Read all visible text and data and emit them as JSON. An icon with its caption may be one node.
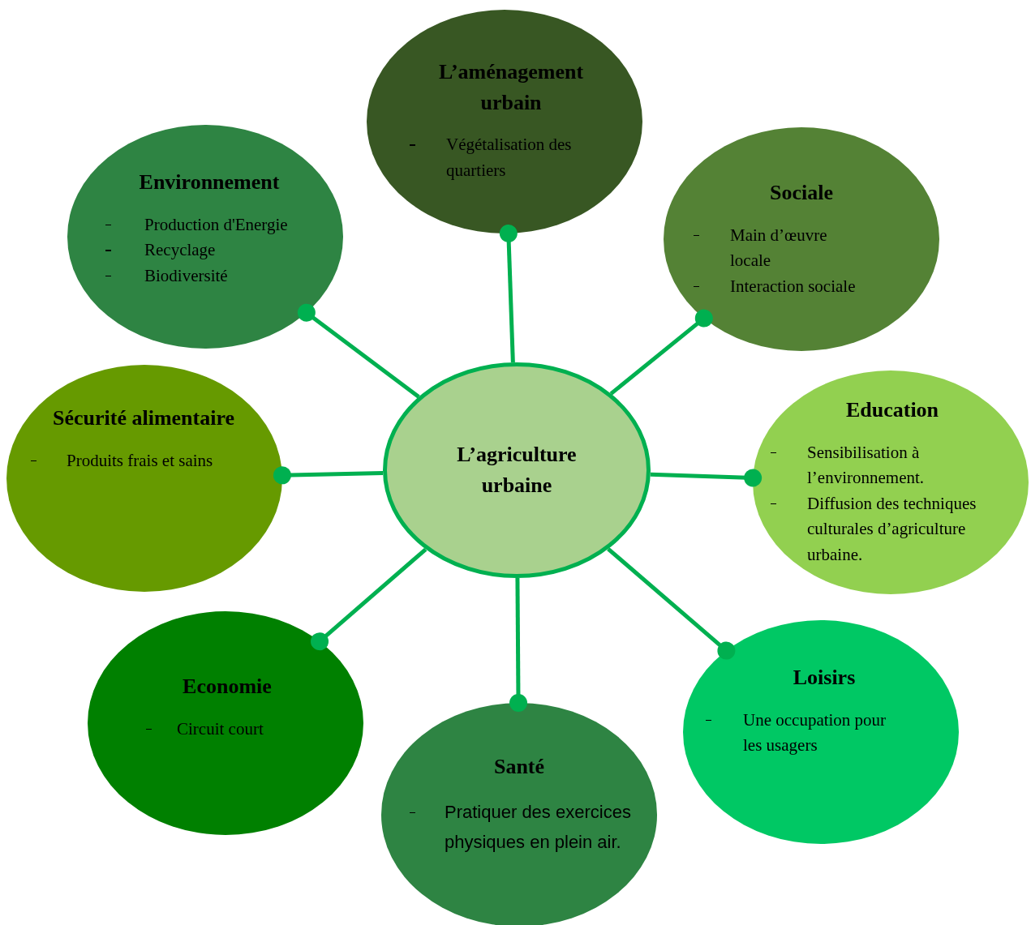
{
  "diagram": {
    "nodes": [
      {
        "text": [
          "L’agriculture urbaine"
        ]
      },
      {
        "text": [
          "L’aménagement urbain",
          "Végétalisation des quartiers"
        ]
      },
      {
        "text": [
          "Environnement",
          "Production d'Energie",
          "Recyclage",
          "Biodiversité"
        ]
      },
      {
        "text": [
          "Sociale",
          "Main d’œuvre locale",
          "Interaction sociale"
        ]
      },
      {
        "text": [
          "Sécurité alimentaire",
          "Produits frais et sains"
        ]
      },
      {
        "text": [
          "Education",
          "Sensibilisation à l’environnement.",
          "Diffusion des techniques culturales d’agriculture urbaine."
        ]
      },
      {
        "text": [
          "Economie",
          "Circuit court"
        ]
      },
      {
        "text": [
          "Loisirs",
          "Une occupation pour les usagers"
        ]
      },
      {
        "text": [
          "Santé",
          "Pratiquer des exercices physiques en plein air."
        ]
      }
    ],
    "edges": [
      {
        "from": 0,
        "to": 1,
        "arrow": "other"
      },
      {
        "from": 0,
        "to": 2,
        "arrow": "other"
      },
      {
        "from": 0,
        "to": 3,
        "arrow": "other"
      },
      {
        "from": 0,
        "to": 4,
        "arrow": "other"
      },
      {
        "from": 0,
        "to": 5,
        "arrow": "other"
      },
      {
        "from": 0,
        "to": 6,
        "arrow": "other"
      },
      {
        "from": 0,
        "to": 7,
        "arrow": "other"
      },
      {
        "from": 0,
        "to": 8,
        "arrow": "other"
      }
    ]
  }
}
